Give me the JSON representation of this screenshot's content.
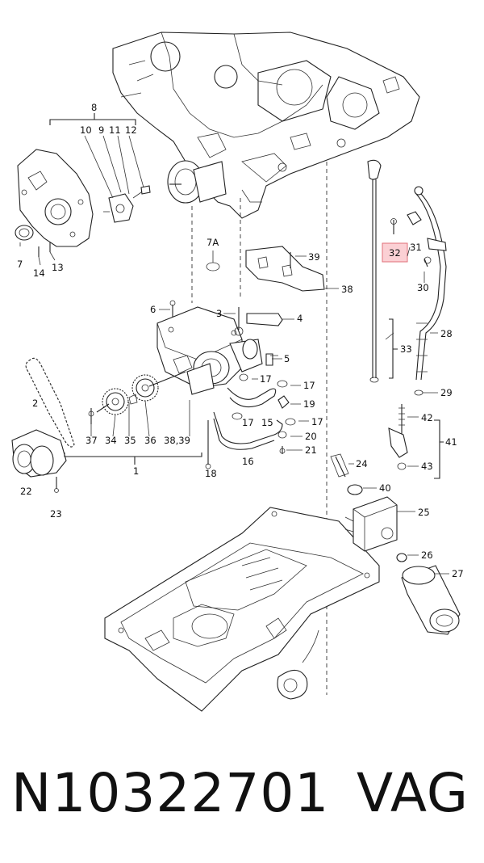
{
  "diagram": {
    "highlight_color": "#f7a9b0",
    "labels": {
      "p1": "1",
      "p2": "2",
      "p3": "3",
      "p4": "4",
      "p5": "5",
      "p6": "6",
      "p7": "7",
      "p7a": "7A",
      "p8": "8",
      "p9": "9",
      "p10": "10",
      "p11": "11",
      "p12": "12",
      "p13": "13",
      "p14": "14",
      "p15": "15",
      "p16": "16",
      "p17a": "17",
      "p17b": "17",
      "p17c": "17",
      "p17d": "17",
      "p18": "18",
      "p19": "19",
      "p20": "20",
      "p21": "21",
      "p22": "22",
      "p23": "23",
      "p24": "24",
      "p25": "25",
      "p26": "26",
      "p27": "27",
      "p28": "28",
      "p29": "29",
      "p30": "30",
      "p31": "31",
      "p32": "32",
      "p33": "33",
      "p34": "34",
      "p35": "35",
      "p36": "36",
      "p37": "37",
      "p38": "38",
      "p3839": "38,39",
      "p39": "39",
      "p40": "40",
      "p41": "41",
      "p42": "42",
      "p43": "43"
    }
  },
  "footer": {
    "part_number": "N10322701",
    "brand": "VAG"
  }
}
